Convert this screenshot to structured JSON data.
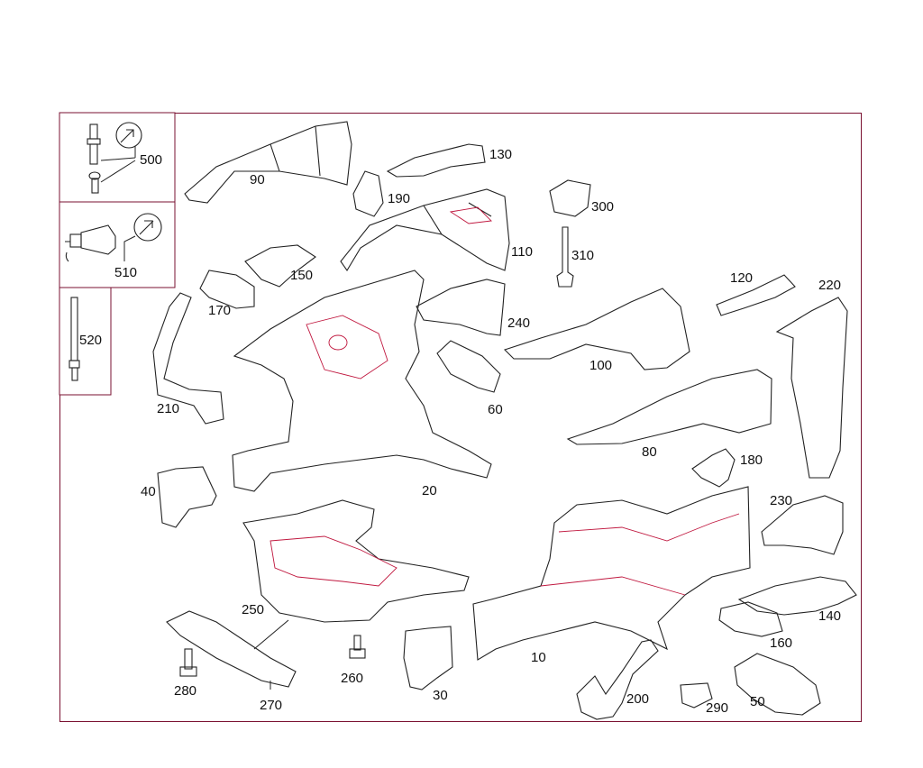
{
  "colors": {
    "frame": "#7a1030",
    "outline": "#222222",
    "accent": "#c0183f"
  },
  "legend": {
    "box1_label": "500",
    "box2_label": "510",
    "box3_label": "520",
    "icons": [
      "wrench-icon",
      "wrench-icon"
    ]
  },
  "parts": [
    {
      "id": "p10",
      "label": "10"
    },
    {
      "id": "p20",
      "label": "20"
    },
    {
      "id": "p30",
      "label": "30"
    },
    {
      "id": "p40",
      "label": "40"
    },
    {
      "id": "p50",
      "label": "50"
    },
    {
      "id": "p60",
      "label": "60"
    },
    {
      "id": "p80",
      "label": "80"
    },
    {
      "id": "p90",
      "label": "90"
    },
    {
      "id": "p100",
      "label": "100"
    },
    {
      "id": "p110",
      "label": "110"
    },
    {
      "id": "p120",
      "label": "120"
    },
    {
      "id": "p130",
      "label": "130"
    },
    {
      "id": "p140",
      "label": "140"
    },
    {
      "id": "p150",
      "label": "150"
    },
    {
      "id": "p160",
      "label": "160"
    },
    {
      "id": "p170",
      "label": "170"
    },
    {
      "id": "p180",
      "label": "180"
    },
    {
      "id": "p190",
      "label": "190"
    },
    {
      "id": "p200",
      "label": "200"
    },
    {
      "id": "p210",
      "label": "210"
    },
    {
      "id": "p220",
      "label": "220"
    },
    {
      "id": "p230",
      "label": "230"
    },
    {
      "id": "p240",
      "label": "240"
    },
    {
      "id": "p250",
      "label": "250"
    },
    {
      "id": "p260",
      "label": "260"
    },
    {
      "id": "p270",
      "label": "270"
    },
    {
      "id": "p280",
      "label": "280"
    },
    {
      "id": "p290",
      "label": "290"
    },
    {
      "id": "p300",
      "label": "300"
    },
    {
      "id": "p310",
      "label": "310"
    }
  ]
}
